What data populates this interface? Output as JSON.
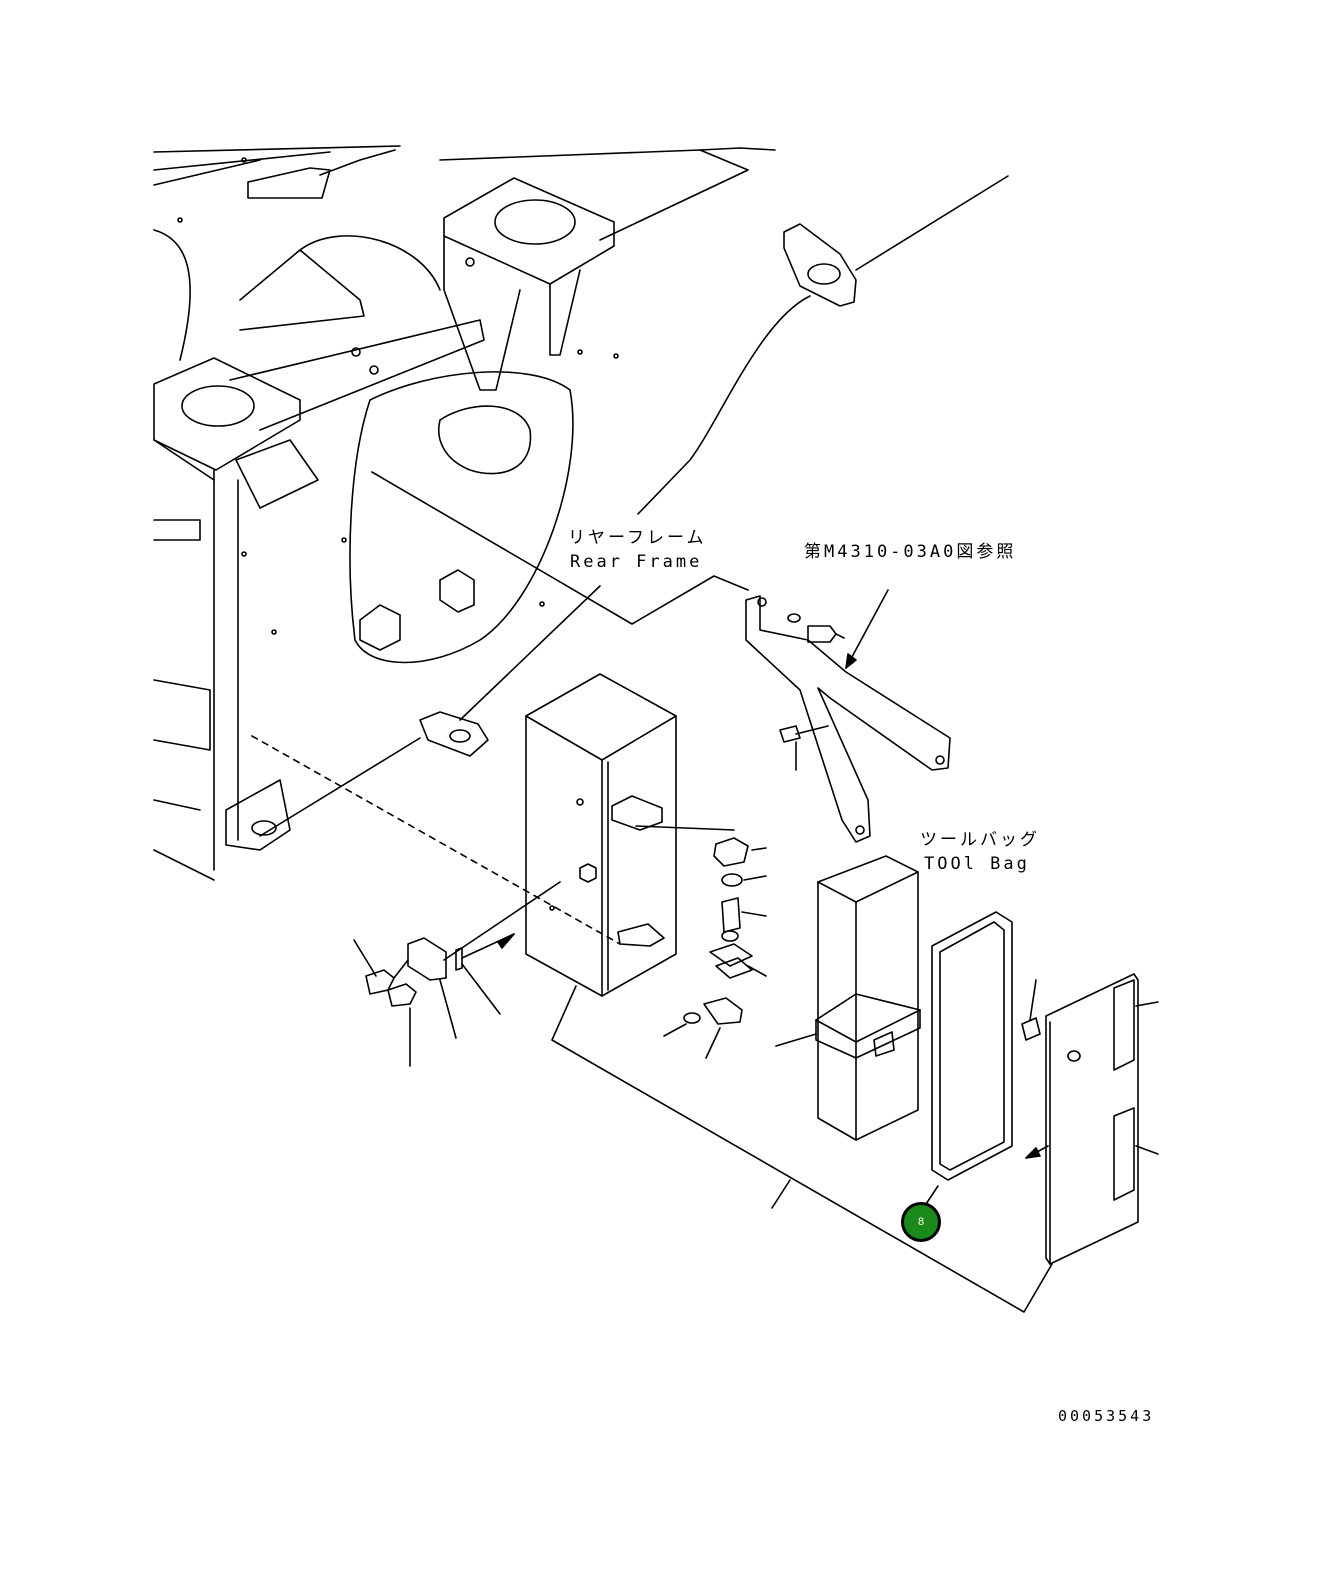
{
  "labels": {
    "rear_frame_jp": "リヤーフレーム",
    "rear_frame_en": "Rear Frame",
    "reference": "第M4310-03A0図参照",
    "tool_bag_jp": "ツールバッグ",
    "tool_bag_en": "TOOl Bag",
    "drawing_number": "00053543"
  },
  "hotspot": {
    "label": "8",
    "color": "#1a8a1a"
  },
  "colors": {
    "line": "#000000",
    "background": "#ffffff"
  }
}
